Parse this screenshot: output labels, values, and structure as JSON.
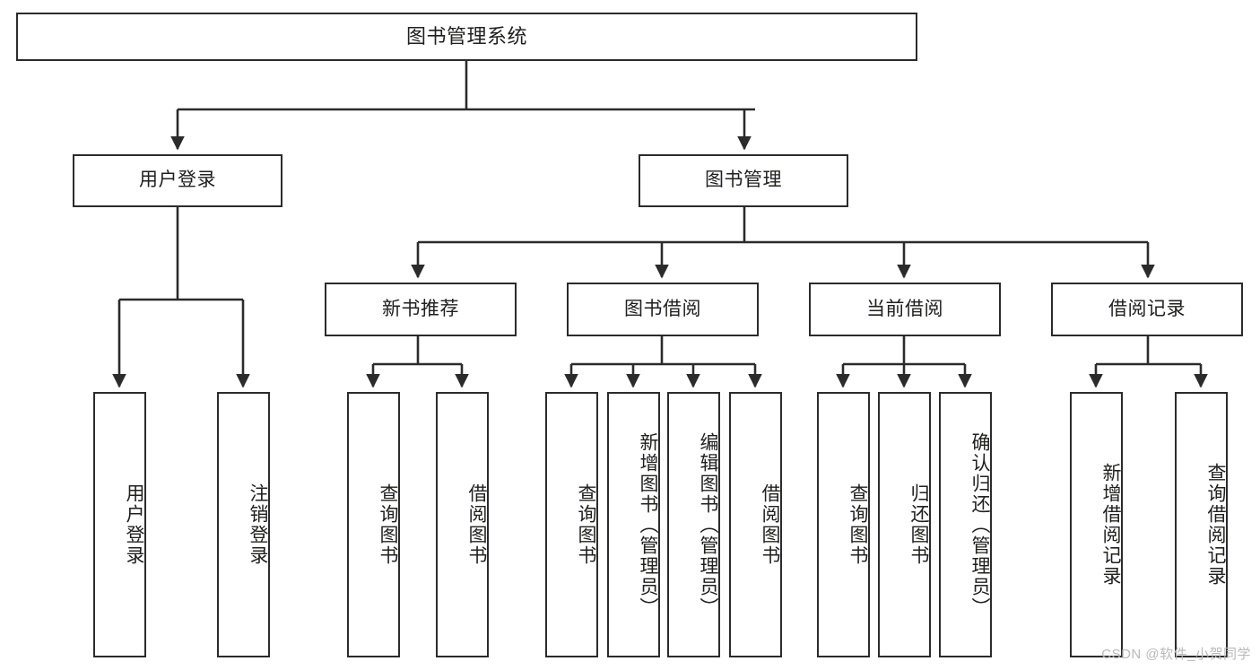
{
  "diagram": {
    "title": "图书管理系统",
    "type": "tree-hierarchy-chart",
    "line_color": "#2b2b2b",
    "box_fill": "#ffffff",
    "text_color": "#20201f",
    "watermark": "CSDN @软件_小贺同学"
  },
  "nodes": {
    "root": {
      "label": "图书管理系统"
    },
    "level2": [
      {
        "label": "用户登录"
      },
      {
        "label": "图书管理"
      }
    ],
    "level3": [
      {
        "label": "新书推荐"
      },
      {
        "label": "图书借阅"
      },
      {
        "label": "当前借阅"
      },
      {
        "label": "借阅记录"
      }
    ],
    "leaves": {
      "user_login": [
        {
          "label": "用户登录"
        },
        {
          "label": "注销登录"
        }
      ],
      "new_book": [
        {
          "label": "查询图书"
        },
        {
          "label": "借阅图书"
        }
      ],
      "book_borrow": [
        {
          "label": "查询图书"
        },
        {
          "label": "新增图书（管理员）"
        },
        {
          "label": "编辑图书（管理员）"
        },
        {
          "label": "借阅图书"
        }
      ],
      "current_borrow": [
        {
          "label": "查询图书"
        },
        {
          "label": "归还图书"
        },
        {
          "label": "确认归还（管理员）"
        }
      ],
      "borrow_record": [
        {
          "label": "新增借阅记录"
        },
        {
          "label": "查询借阅记录"
        }
      ]
    }
  }
}
